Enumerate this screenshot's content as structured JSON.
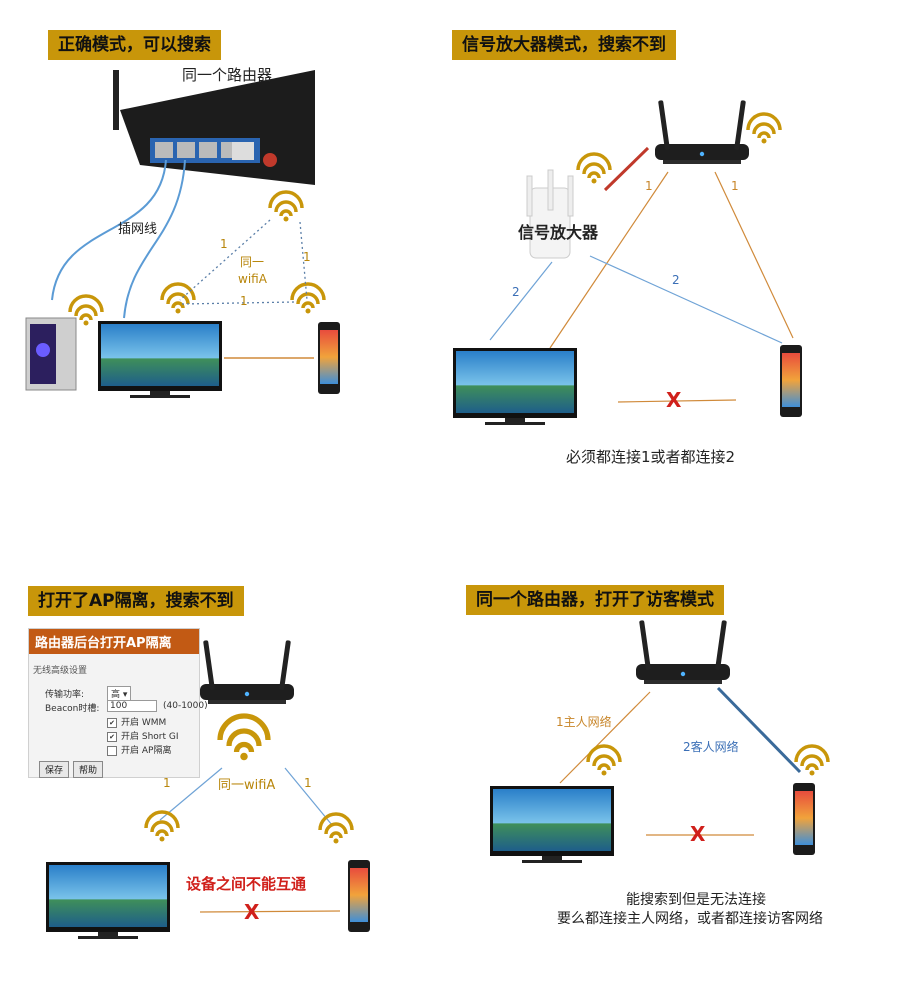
{
  "panel_tl": {
    "title": "正确模式，可以搜索",
    "router_label": "同一个路由器",
    "cable_label": "插网线",
    "wifi_label_line1": "同一",
    "wifi_label_line2": "wifiA",
    "link_num_left": "1",
    "link_num_right": "1",
    "link_num_bottom": "1"
  },
  "panel_tr": {
    "title": "信号放大器模式，搜索不到",
    "extender_label": "信号放大器",
    "link_num_router_left": "1",
    "link_num_router_right": "1",
    "link_num_ext_left": "2",
    "link_num_ext_right": "2",
    "blocked_mark": "X",
    "caption": "必须都连接1或者都连接2"
  },
  "panel_bl": {
    "title": "打开了AP隔离，搜索不到",
    "settings_header": "路由器后台打开AP隔离",
    "settings_section": "无线高级设置",
    "tx_power_label": "传输功率:",
    "tx_power_value": "高 ▾",
    "beacon_label": "Beacon时槽:",
    "beacon_value": "100",
    "beacon_range": "(40-1000)",
    "wmm_label": "开启 WMM",
    "short_gi_label": "开启 Short GI",
    "ap_isolation_label": "开启 AP隔离",
    "save_button": "保存",
    "help_button": "帮助",
    "wifi_label": "同一wifiA",
    "link_num_left": "1",
    "link_num_right": "1",
    "isolation_text": "设备之间不能互通",
    "blocked_mark": "X"
  },
  "panel_br": {
    "title": "同一个路由器，打开了访客模式",
    "host_label": "1主人网络",
    "guest_label": "2客人网络",
    "blocked_mark": "X",
    "caption_line1": "能搜索到但是无法连接",
    "caption_line2": "要么都连接主人网络，或者都连接访客网络"
  },
  "colors": {
    "title_bg": "#c8960a",
    "wifi_gold": "#c8960a",
    "orange_line": "#d08a3a",
    "blue_line": "#6fa3d6",
    "red_x": "#d0201b",
    "settings_header_bg": "#c25a14"
  }
}
